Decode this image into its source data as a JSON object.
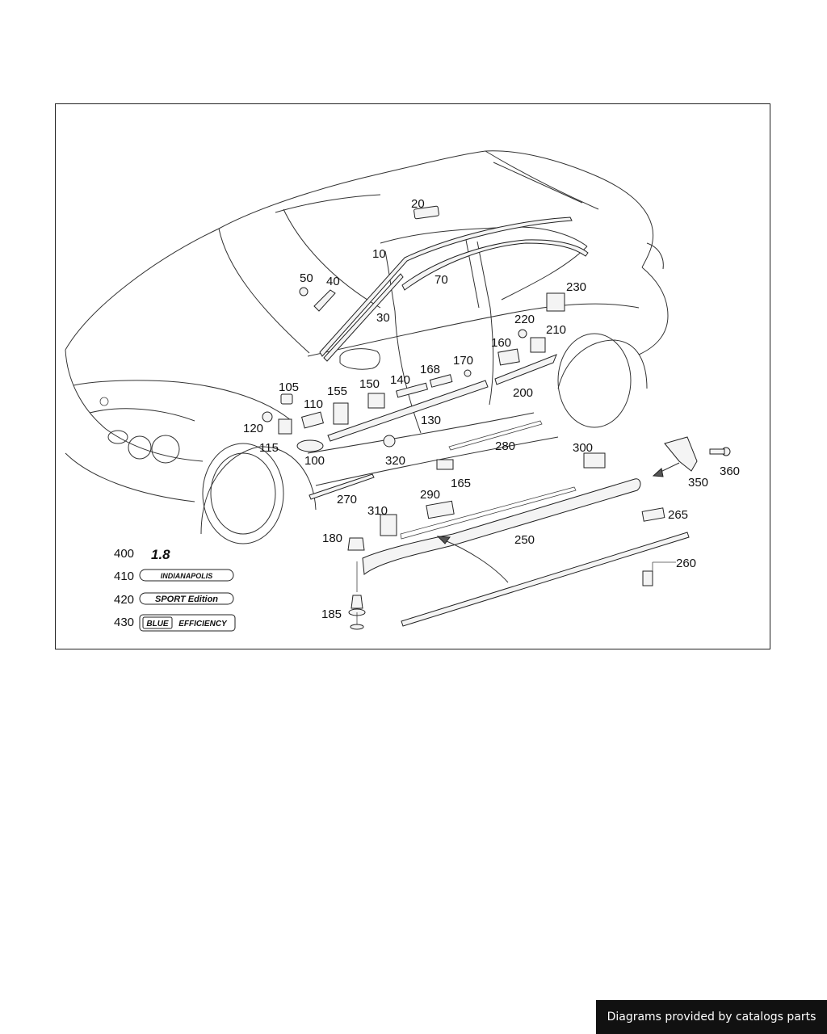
{
  "diagram": {
    "callouts": {
      "c10": "10",
      "c20": "20",
      "c30": "30",
      "c40": "40",
      "c50": "50",
      "c70": "70",
      "c100": "100",
      "c105": "105",
      "c110": "110",
      "c115": "115",
      "c120": "120",
      "c130": "130",
      "c140": "140",
      "c150": "150",
      "c155": "155",
      "c160": "160",
      "c165": "165",
      "c168": "168",
      "c170": "170",
      "c180": "180",
      "c185": "185",
      "c200": "200",
      "c210": "210",
      "c220": "220",
      "c230": "230",
      "c250": "250",
      "c260": "260",
      "c265": "265",
      "c270": "270",
      "c280": "280",
      "c290": "290",
      "c300": "300",
      "c310": "310",
      "c320": "320",
      "c350": "350",
      "c360": "360"
    },
    "emblems": [
      {
        "number": "400",
        "text": "1.8"
      },
      {
        "number": "410",
        "text": "INDIANAPOLIS"
      },
      {
        "number": "420",
        "text": "SPORT Edition"
      },
      {
        "number": "430",
        "text_boxed": "BLUE",
        "text": "EFFICIENCY"
      }
    ]
  },
  "footer": {
    "text": "Diagrams provided by catalogs parts"
  }
}
